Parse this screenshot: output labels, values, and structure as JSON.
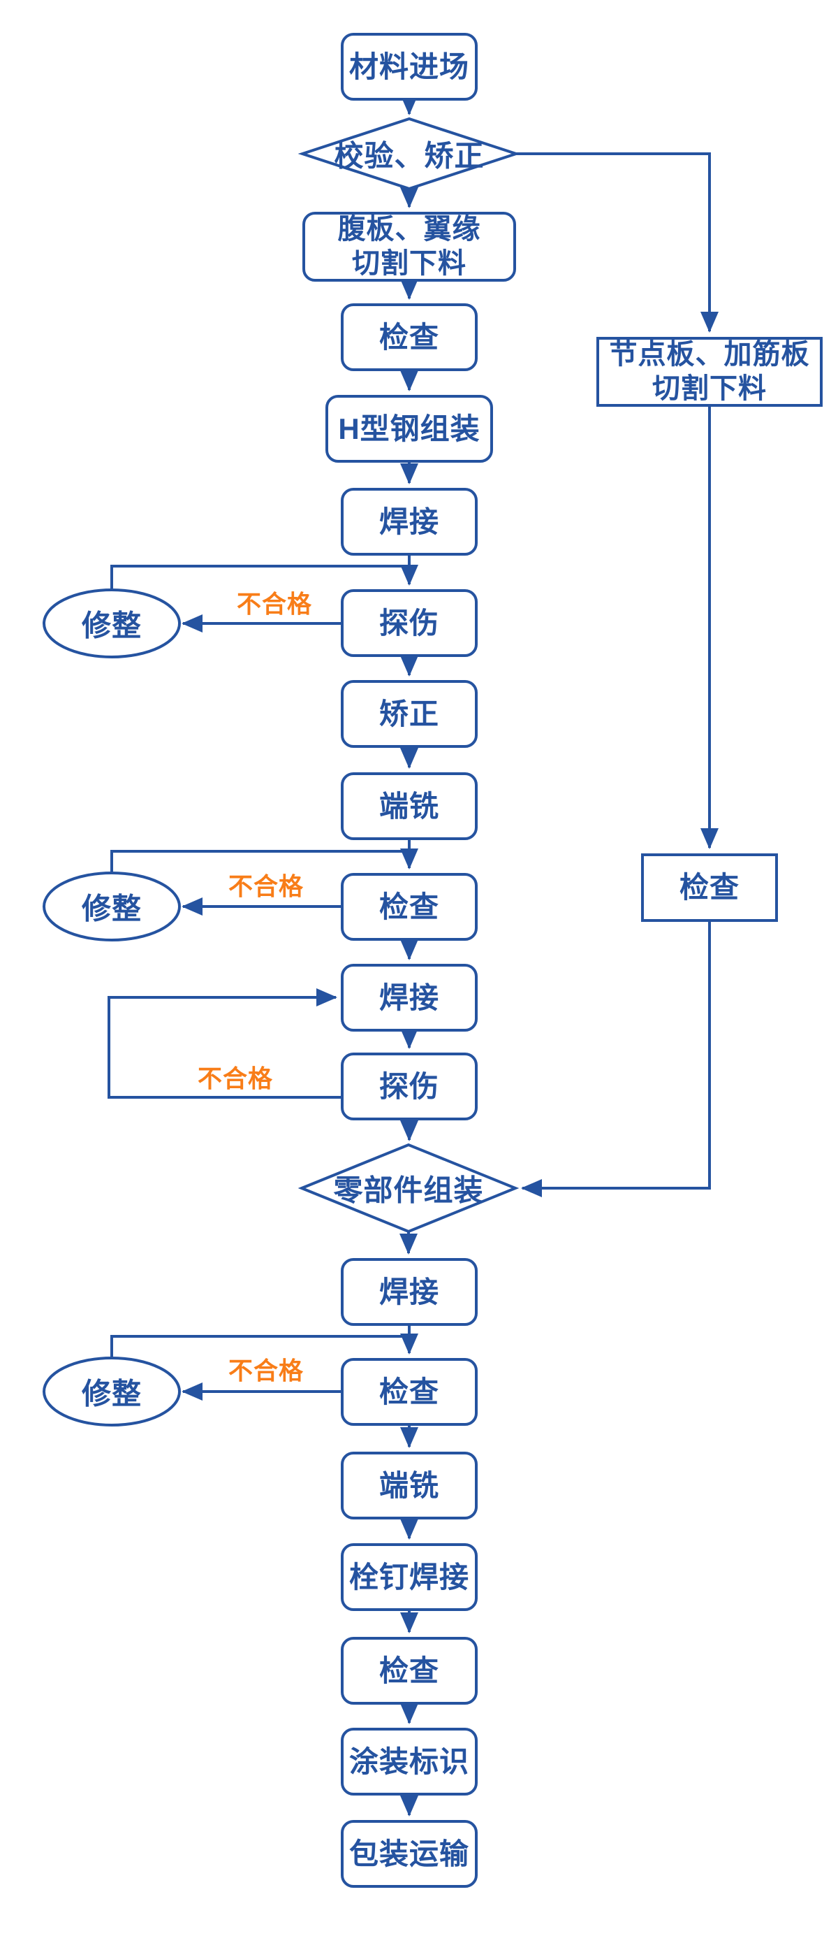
{
  "colors": {
    "line_blue": "#2553A0",
    "reject_orange": "#F87D18",
    "background": "#FFFFFF"
  },
  "nodes": {
    "material_entry": {
      "label": "材料进场"
    },
    "verify_correct": {
      "label": "校验、矫正"
    },
    "web_flange_cut": {
      "line1": "腹板、翼缘",
      "line2": "切割下料"
    },
    "inspect1": {
      "label": "检查"
    },
    "h_beam_assembly": {
      "label": "H型钢组装"
    },
    "weld1": {
      "label": "焊接"
    },
    "flaw_detect1": {
      "label": "探伤"
    },
    "trim1": {
      "label": "修整"
    },
    "correct": {
      "label": "矫正"
    },
    "end_mill1": {
      "label": "端铣"
    },
    "inspect2": {
      "label": "检查"
    },
    "trim2": {
      "label": "修整"
    },
    "weld2": {
      "label": "焊接"
    },
    "flaw_detect2": {
      "label": "探伤"
    },
    "parts_assembly": {
      "label": "零部件组装"
    },
    "weld3": {
      "label": "焊接"
    },
    "inspect3": {
      "label": "检查"
    },
    "trim3": {
      "label": "修整"
    },
    "end_mill2": {
      "label": "端铣"
    },
    "stud_weld": {
      "label": "栓钉焊接"
    },
    "inspect4": {
      "label": "检查"
    },
    "paint_mark": {
      "label": "涂装标识"
    },
    "pack_ship": {
      "label": "包装运输"
    },
    "node_stiffener_cut": {
      "line1": "节点板、加筋板",
      "line2": "切割下料"
    },
    "inspect_right": {
      "label": "检查"
    }
  },
  "edge_labels": {
    "reject1": "不合格",
    "reject2": "不合格",
    "reject3": "不合格",
    "reject4": "不合格"
  }
}
